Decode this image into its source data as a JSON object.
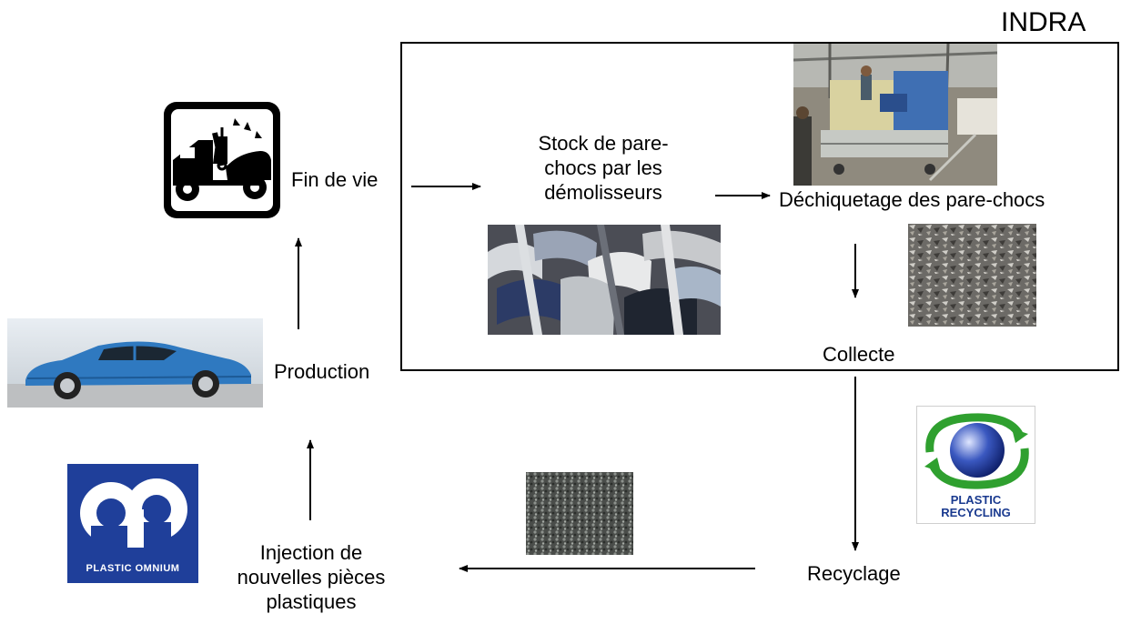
{
  "brand": "INDRA",
  "nodes": {
    "fin_de_vie": "Fin de vie",
    "stock_line1": "Stock de pare-",
    "stock_line2": "chocs par les",
    "stock_line3": "démolisseurs",
    "dechiquetage": "Déchiquetage des pare-chocs",
    "collecte": "Collecte",
    "production": "Production",
    "recyclage": "Recyclage",
    "injection_line1": "Injection de",
    "injection_line2": "nouvelles pièces",
    "injection_line3": "plastiques"
  },
  "logos": {
    "plastic_omnium": "PLASTIC OMNIUM",
    "plastic_recycling_line1": "PLASTIC",
    "plastic_recycling_line2": "RECYCLING"
  },
  "colors": {
    "omnium_blue": "#1f3f9a",
    "recycling_green": "#2fa02f",
    "recycling_blue": "#1a3a8f",
    "car_blue": "#2f79c0"
  }
}
